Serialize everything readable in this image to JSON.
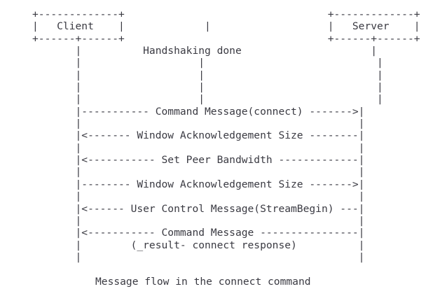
{
  "diagram": {
    "title": "Message flow in the connect command",
    "type": "ascii-sequence-diagram",
    "participants": [
      {
        "name": "Client",
        "column": 4
      },
      {
        "name": "Server",
        "column": 55
      }
    ],
    "note": "Handshaking done",
    "text_color": "#3a3a42",
    "background_color": "#ffffff",
    "messages": [
      {
        "label": "Command Message(connect)",
        "from": "Client",
        "to": "Server",
        "direction": "right",
        "arrow": ">"
      },
      {
        "label": "Window Acknowledgement Size",
        "from": "Server",
        "to": "Client",
        "direction": "left",
        "arrow": "<"
      },
      {
        "label": "Set Peer Bandwidth",
        "from": "Server",
        "to": "Client",
        "direction": "left",
        "arrow": "<"
      },
      {
        "label": "Window Acknowledgement Size",
        "from": "Client",
        "to": "Server",
        "direction": "right",
        "arrow": ">"
      },
      {
        "label": "User Control Message(StreamBegin)",
        "from": "Server",
        "to": "Client",
        "direction": "left",
        "arrow": "<"
      },
      {
        "label": "Command Message",
        "sublabel": "(_result- connect response)",
        "from": "Server",
        "to": "Client",
        "direction": "left",
        "arrow": "<"
      }
    ],
    "ascii_art": "+-------------+                       +-------------+\n|   Client    |           |           |   Server    |\n+-----+-------+                       +-----+-------+\n      |            Handshaking done         |\n      |                   |                 |\n      |                   |                 |\n      |                   |                 |\n      |                   |                 |\n      |----------- Command Message(connect) ------->|\n      |                                             |\n      |<------- Window Acknowledgement Size --------|\n      |                                             |\n      |<----------- Set Peer Bandwidth -------------|\n      |                                             |\n      |-------- Window Acknowledgement Size ------->|\n      |                                             |\n      |<------ User Control Message(StreamBegin) ---|\n      |                                             |\n      |<----------- Command Message ----------------|\n      |        (_result- connect response)          |\n      |                                             |",
    "lines": [
      "+-------------+                                +-------------+",
      "|   Client    |              |                 |   Server    |",
      "+------+------+                                +------+------+",
      "       |           Handshaking done                   |",
      "       |                    |                         |",
      "       |                    |                         |",
      "       |                    |                         |",
      "       |                    |                         |",
      "       |----------- Command Message(connect) ------->|",
      "       |                                             |",
      "       |<------- Window Acknowledgement Size --------|",
      "       |                                             |",
      "       |<----------- Set Peer Bandwidth -------------|",
      "       |                                             |",
      "       |-------- Window Acknowledgement Size ------->|",
      "       |                                             |",
      "       |<------ User Control Message(StreamBegin) ---|",
      "       |                                             |",
      "       |<----------- Command Message ----------------|",
      "       |        (_result- connect response)          |",
      "       |                                             |"
    ],
    "art_block": "+-------------+                                 +-------------+\n|   Client    |             |                   |   Server    |\n+------+------+                                 +------+------+\n       |          Handshaking done                     |\n       |                   |                            |\n       |                   |                            |\n       |                   |                            |\n       |                   |                            |\n       |----------- Command Message(connect) ------->|\n       |                                             |\n       |<------- Window Acknowledgement Size --------|\n       |                                             |\n       |<----------- Set Peer Bandwidth -------------|\n       |                                             |\n       |-------- Window Acknowledgement Size ------->|\n       |                                             |\n       |<------ User Control Message(StreamBegin) ---|\n       |                                             |\n       |<----------- Command Message ----------------|\n       |        (_result- connect response)          |\n       |                                             |"
  }
}
